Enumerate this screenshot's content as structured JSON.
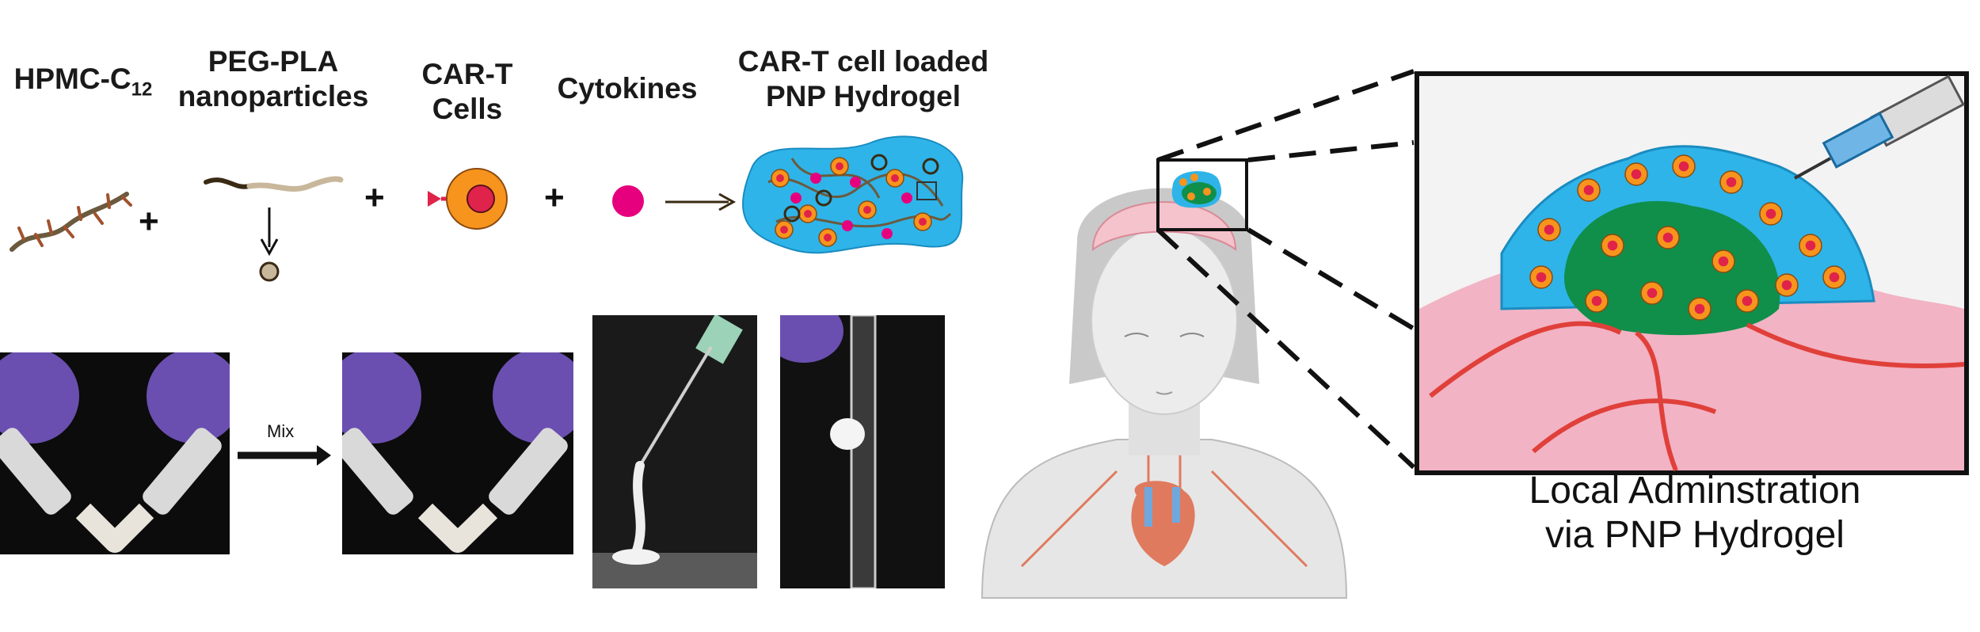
{
  "components": [
    {
      "name": "HPMC-C",
      "subscript": "12",
      "line2": ""
    },
    {
      "name": "PEG-PLA",
      "subscript": "",
      "line2": "nanoparticles"
    },
    {
      "name": "CAR-T",
      "subscript": "",
      "line2": "Cells"
    },
    {
      "name": "Cytokines",
      "subscript": "",
      "line2": ""
    },
    {
      "name": "CAR-T cell loaded",
      "subscript": "",
      "line2": "PNP Hydrogel"
    }
  ],
  "operators": {
    "plus": "+"
  },
  "mix_label": "Mix",
  "caption": {
    "line1": "Local Adminstration",
    "line2": "via PNP Hydrogel"
  },
  "colors": {
    "hydrogel_blue": "#2eb4e8",
    "cell_orange": "#f7941d",
    "cell_nucleus": "#e0234a",
    "cytokine_magenta": "#e6007e",
    "polymer_brown": "#6b5a3e",
    "nanoparticle_tan": "#c9b79c",
    "tumor_green": "#0f8f4a",
    "tissue_pink": "#f2b3c4",
    "vessel_red": "#e0403a",
    "glove_purple": "#6a4fb0"
  }
}
